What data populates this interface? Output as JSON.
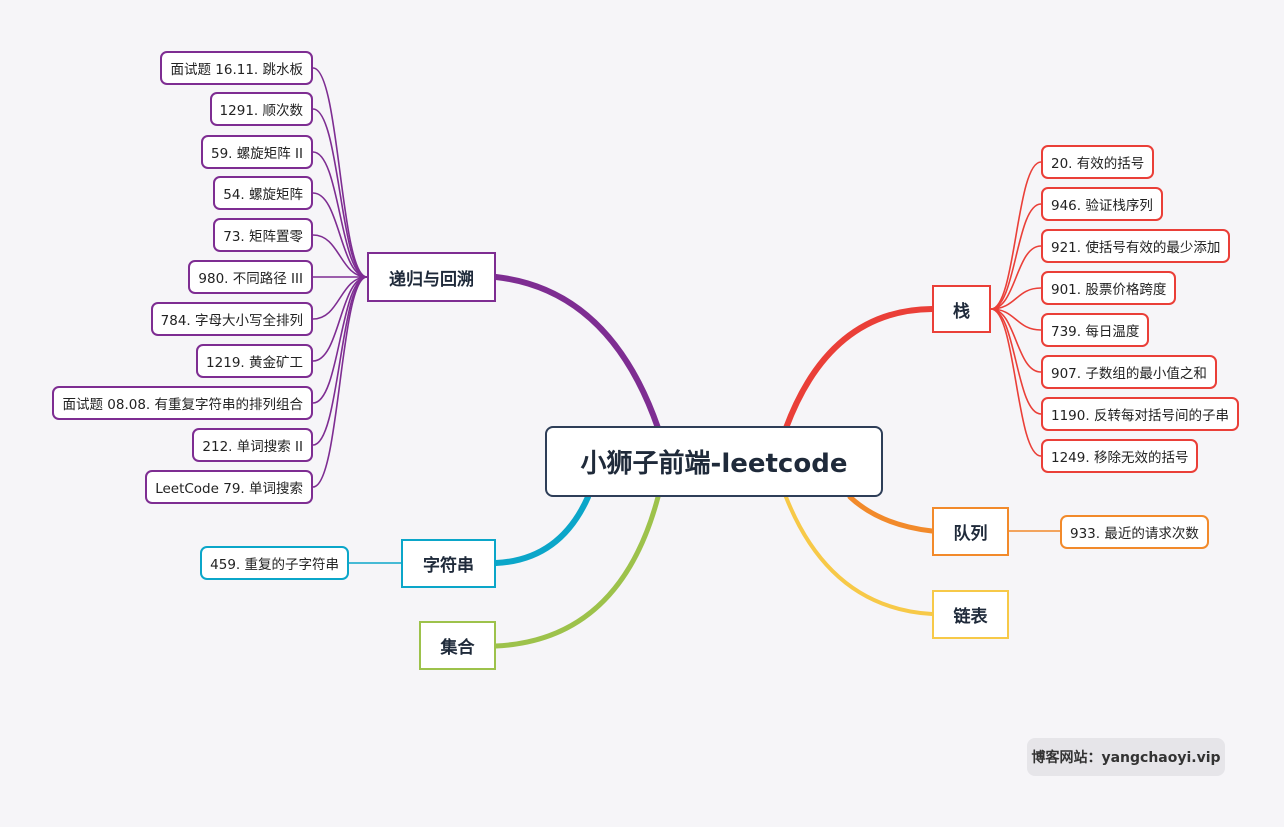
{
  "root": {
    "label": "小狮子前端-leetcode"
  },
  "colors": {
    "root_border": "#2e3e58",
    "recursion": "#7e2d92",
    "string": "#0ba6c9",
    "set": "#9dc24b",
    "stack": "#ea3f38",
    "queue": "#f28a2b",
    "linked_list": "#f7c948"
  },
  "branches": {
    "recursion": {
      "label": "递归与回溯",
      "children": [
        "面试题 16.11. 跳水板",
        "1291. 顺次数",
        "59. 螺旋矩阵 II",
        "54. 螺旋矩阵",
        "73. 矩阵置零",
        "980. 不同路径 III",
        "784. 字母大小写全排列",
        "1219. 黄金矿工",
        "面试题 08.08. 有重复字符串的排列组合",
        "212. 单词搜索 II",
        "LeetCode 79. 单词搜索"
      ]
    },
    "string": {
      "label": "字符串",
      "children": [
        "459. 重复的子字符串"
      ]
    },
    "set": {
      "label": "集合",
      "children": []
    },
    "stack": {
      "label": "栈",
      "children": [
        "20. 有效的括号",
        "946. 验证栈序列",
        "921. 使括号有效的最少添加",
        "901. 股票价格跨度",
        "739. 每日温度",
        "907. 子数组的最小值之和",
        "1190. 反转每对括号间的子串",
        "1249. 移除无效的括号"
      ]
    },
    "queue": {
      "label": "队列",
      "children": [
        "933. 最近的请求次数"
      ]
    },
    "linked_list": {
      "label": "链表",
      "children": []
    }
  },
  "watermark": "博客网站：yangchaoyi.vip"
}
